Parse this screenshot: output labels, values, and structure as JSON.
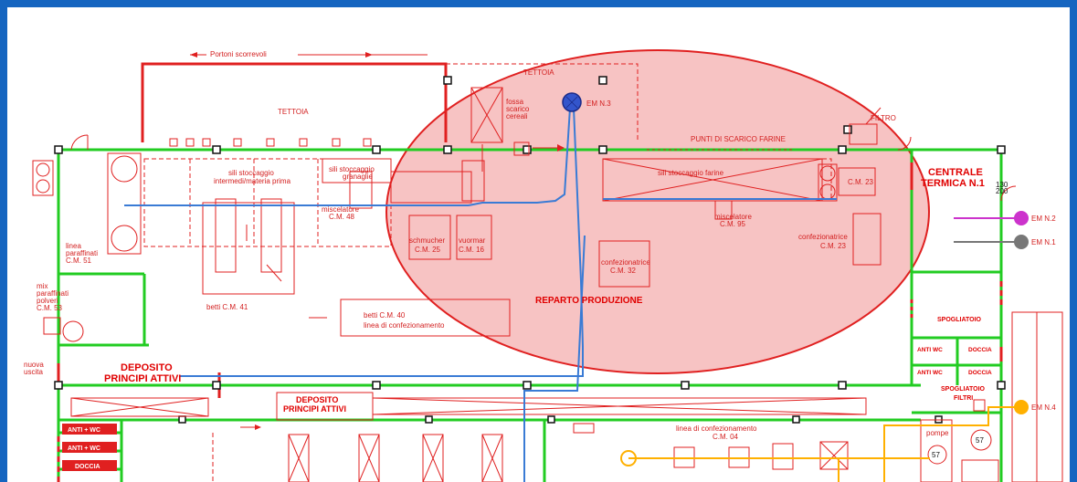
{
  "labels": {
    "portoni": "Portoni scorrevoli",
    "tettoia_left": "TETTOIA",
    "tettoia_right": "TETTOIA",
    "fossa1": "fossa",
    "fossa2": "scarico",
    "fossa3": "cereali",
    "em3": "EM  N.3",
    "filtro": "FILTRO",
    "punti": "PUNTI  DI  SCARICO  FARINE",
    "sili_left1": "sili  stoccaggio",
    "sili_left2": "intermedi/materia  prima",
    "sili_gran1": "sili  stoccaggio",
    "sili_gran2": "granaglie",
    "misc48a": "miscelatore",
    "misc48b": "C.M.  48",
    "sili_farine": "sili  stoccaggio  farine",
    "cm23a": "C.M.  23",
    "centrale1": "CENTRALE",
    "centrale2": "TERMICA N.1",
    "dim1": "130",
    "dim2": "200",
    "em2": "EM  N.2",
    "em1": "EM  N.1",
    "misc95a": "miscelatore",
    "misc95b": "C.M.  95",
    "conf23a": "confezionatrice",
    "conf23b": "C.M.  23",
    "linea51a": "linea",
    "linea51b": "paraffinati",
    "linea51c": "C.M.  51",
    "schmucker1": "schmucher",
    "schmucker2": "C.M.  25",
    "vuormar1": "vuormar",
    "vuormar2": "C.M.  16",
    "conf32a": "confezionatrice",
    "conf32b": "C.M.  32",
    "reparto": "REPARTO PRODUZIONE",
    "mix1": "mix",
    "mix2": "paraffinati",
    "mix3": "polveri",
    "mix4": "C.M.  53",
    "betti41": "betti  C.M.  41",
    "betti40a": "betti  C.M.  40",
    "betti40b": "linea  di  confezionamento",
    "spogliatoio": "SPOGLIATOIO",
    "anti_wc1": "ANTI  WC",
    "doccia1": "DOCCIA",
    "anti_wc2": "ANTI  WC",
    "doccia2": "DOCCIA",
    "nuova1": "nuova",
    "nuova2": "uscita",
    "deposito1a": "DEPOSITO",
    "deposito1b": "PRINCIPI ATTIVI",
    "deposito2a": "DEPOSITO",
    "deposito2b": "PRINCIPI ATTIVI",
    "spogl_filtri1": "SPOGLIATOIO",
    "spogl_filtri2": "FILTRI",
    "em4": "EM  N.4",
    "linea04a": "linea  di  confezionamento",
    "linea04b": "C.M.  04",
    "pompe": "pompe",
    "n57a": "57",
    "n57b": "57",
    "anti_wc_left1": "ANTI  +  WC",
    "anti_wc_left2": "ANTI  +  WC",
    "doccia_left": "DOCCIA"
  },
  "colors": {
    "frame": "#1565c0",
    "wall": "#22cc22",
    "drawing": "#e02020",
    "zone_fill": "#f6b8b8",
    "blue_line": "#3a7bd5",
    "em3_marker": "#3355cc",
    "em2_marker": "#cc33cc",
    "em1_marker": "#777777",
    "em4_marker": "#ffb000"
  }
}
